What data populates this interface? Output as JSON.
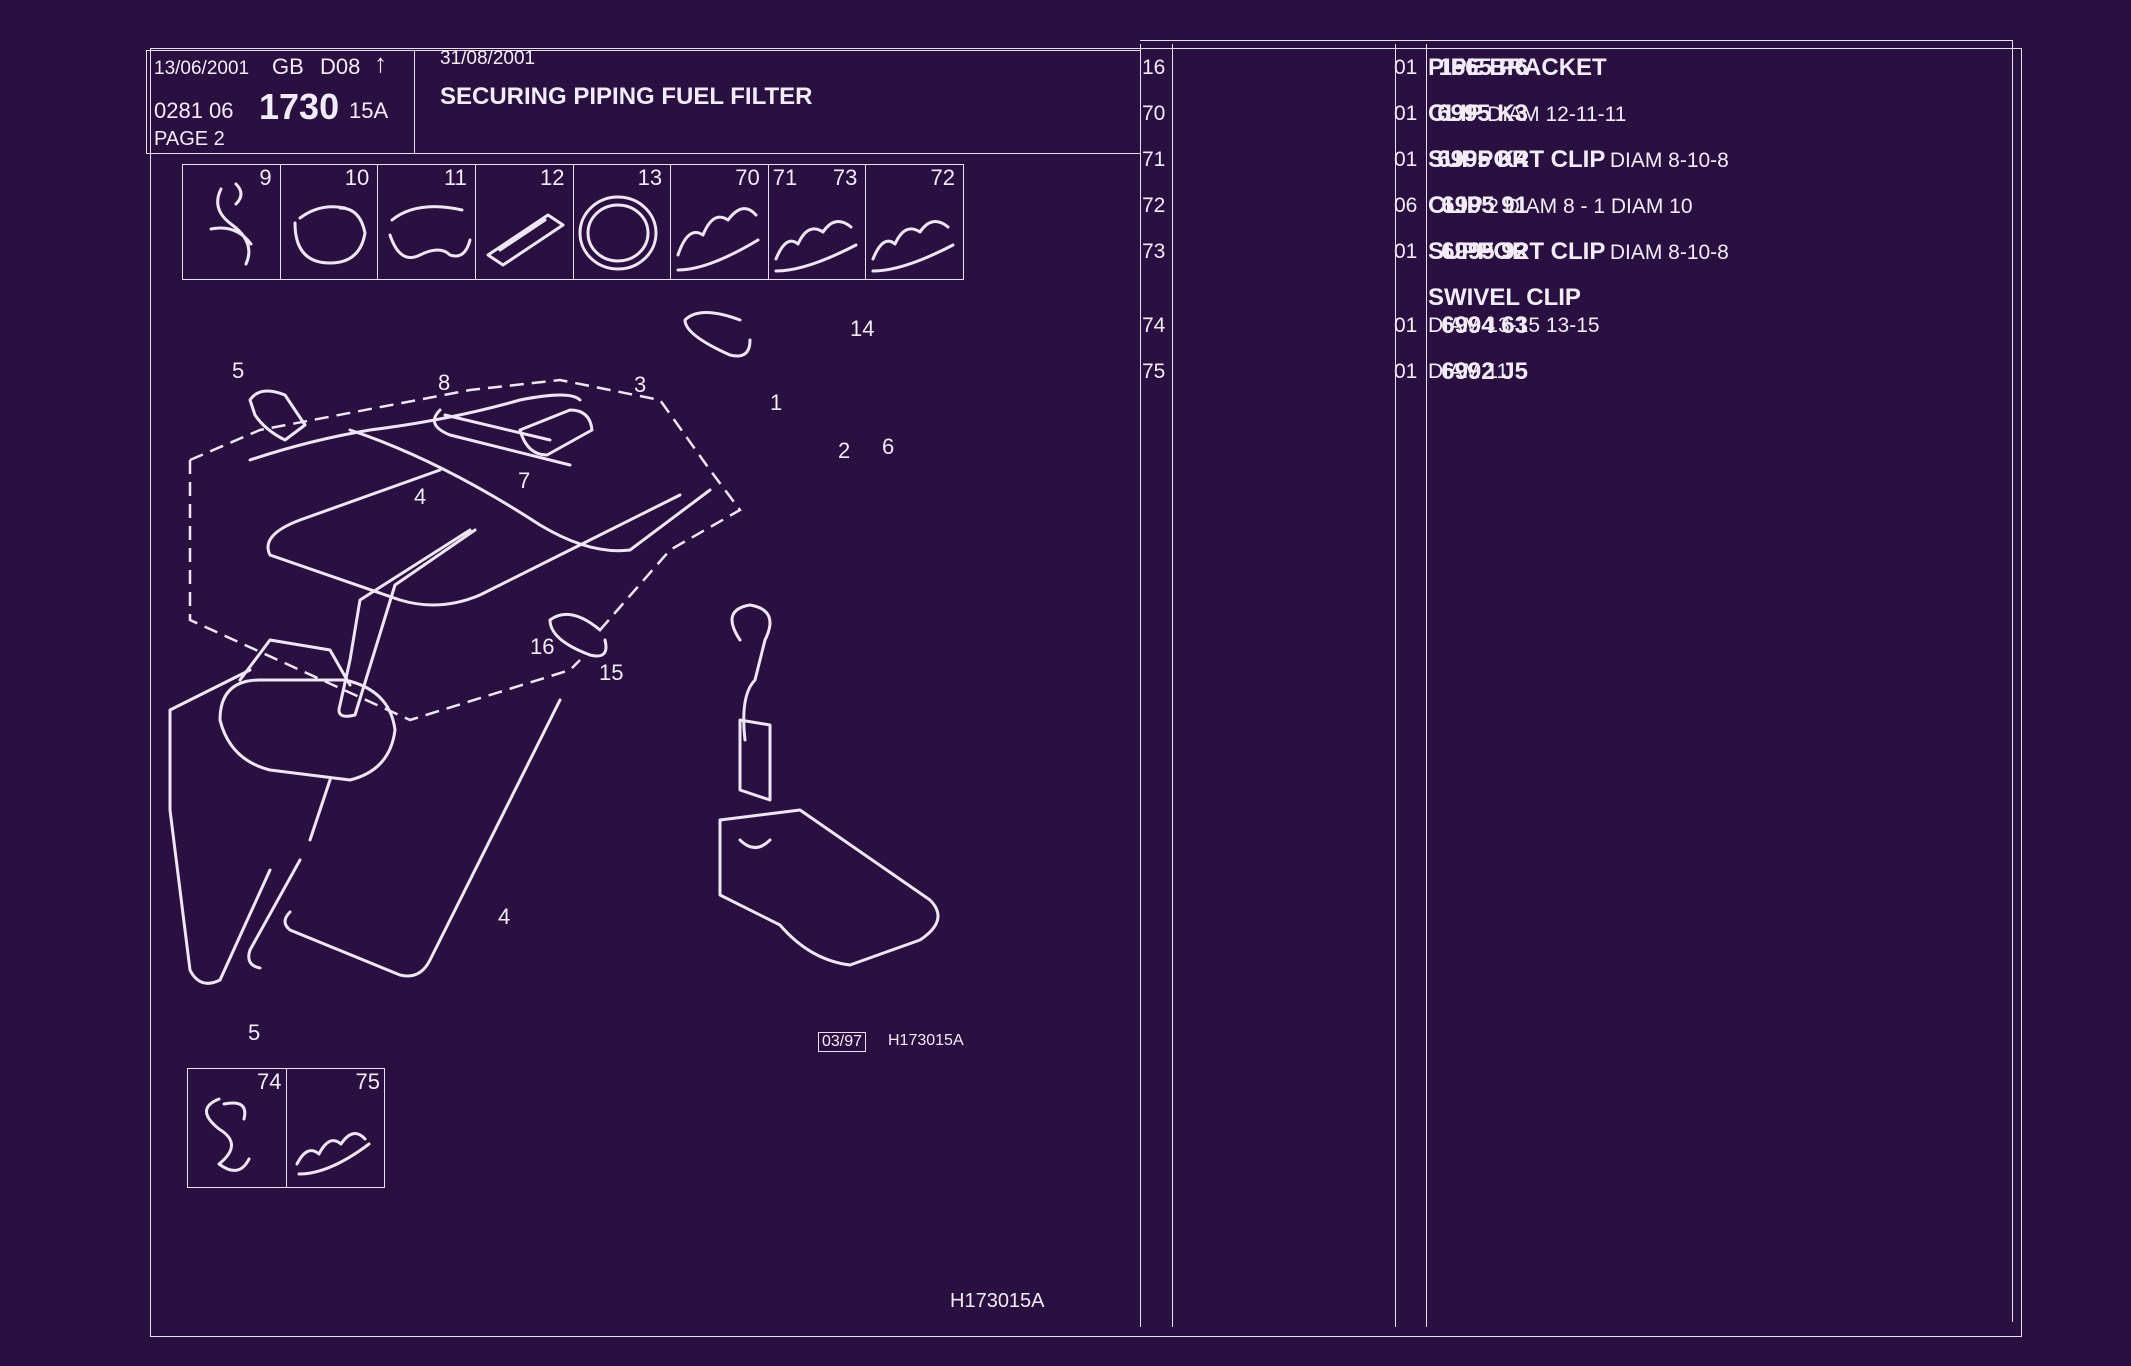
{
  "header": {
    "date_left": "13/06/2001",
    "region": "GB",
    "model_code": "D08",
    "arrow": "↑",
    "group_prefix": "0281 06",
    "group_number": "1730",
    "group_suffix": "15A",
    "page_label": "PAGE 2",
    "date_right": "31/08/2001",
    "title": "SECURING PIPING FUEL FILTER"
  },
  "thumbnails_top": [
    "9",
    "10",
    "11",
    "12",
    "13",
    "70",
    "71",
    "73",
    "72"
  ],
  "thumbnails_bottom": [
    "74",
    "75"
  ],
  "callouts": [
    "1",
    "2",
    "3",
    "4",
    "5",
    "6",
    "7",
    "8",
    "14",
    "15",
    "16",
    "4",
    "5"
  ],
  "diagram_ref_date": "03/97",
  "diagram_ref_code": "H173015A",
  "footer_code": "H173015A",
  "parts": [
    {
      "index": "16",
      "ref": "1565 P6",
      "qty": "01",
      "name": "PIPE BRACKET",
      "detail": ""
    },
    {
      "index": "70",
      "ref": "6995 K3",
      "qty": "01",
      "name": "CLIP",
      "detail": "DIAM 12-11-11"
    },
    {
      "index": "71",
      "ref": "6995 K4",
      "qty": "01",
      "name": "SUPPORT CLIP",
      "detail": "DIAM 8-10-8"
    },
    {
      "index": "72",
      "ref": "6995 91",
      "qty": "06",
      "name": "CLIP",
      "detail": "2 DIAM 8 - 1 DIAM 10"
    },
    {
      "index": "73",
      "ref": "6995 92",
      "qty": "01",
      "name": "SUPPORT CLIP",
      "detail": "DIAM 8-10-8"
    },
    {
      "index": "",
      "ref": "",
      "qty": "",
      "name": "SWIVEL CLIP",
      "detail": ""
    },
    {
      "index": "74",
      "ref": "6994 63",
      "qty": "01",
      "name": "",
      "detail": "DIAM 13-15 13-15"
    },
    {
      "index": "75",
      "ref": "6992 J5",
      "qty": "01",
      "name": "",
      "detail": "DIAM 11"
    }
  ],
  "colors": {
    "background": "#2a1040",
    "ink": "#f2ecf6"
  }
}
